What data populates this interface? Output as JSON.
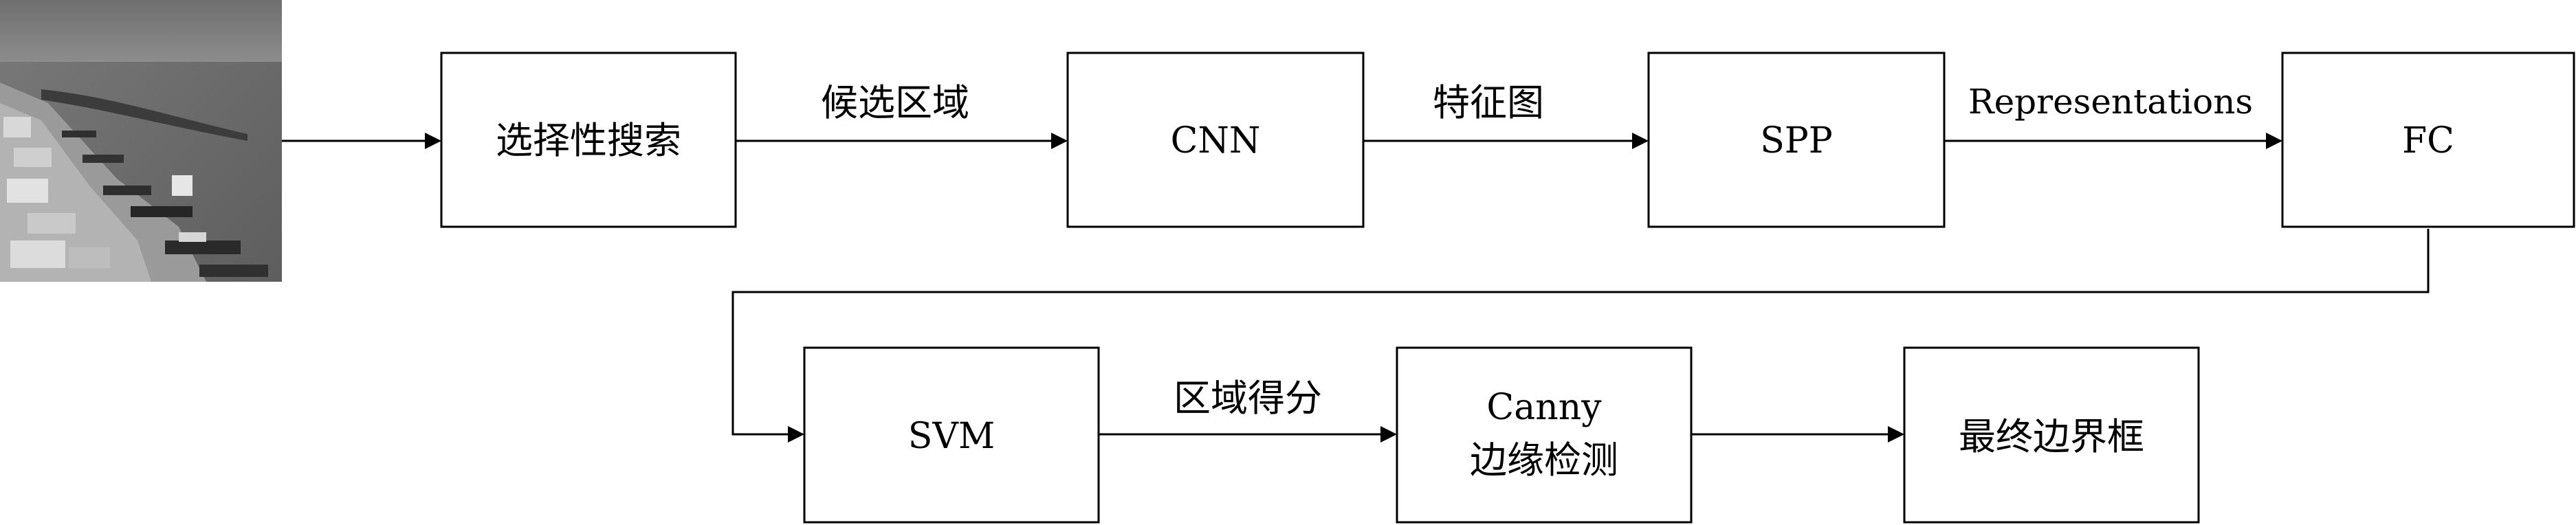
{
  "nodes": {
    "selective_search": "选择性搜索",
    "cnn": "CNN",
    "spp": "SPP",
    "fc": "FC",
    "svm": "SVM",
    "canny_line1": "Canny",
    "canny_line2": "边缘检测",
    "final_box": "最终边界框"
  },
  "edges": {
    "search_to_cnn": "候选区域",
    "cnn_to_spp": "特征图",
    "spp_to_fc": "Representations",
    "svm_to_canny": "区域得分"
  }
}
